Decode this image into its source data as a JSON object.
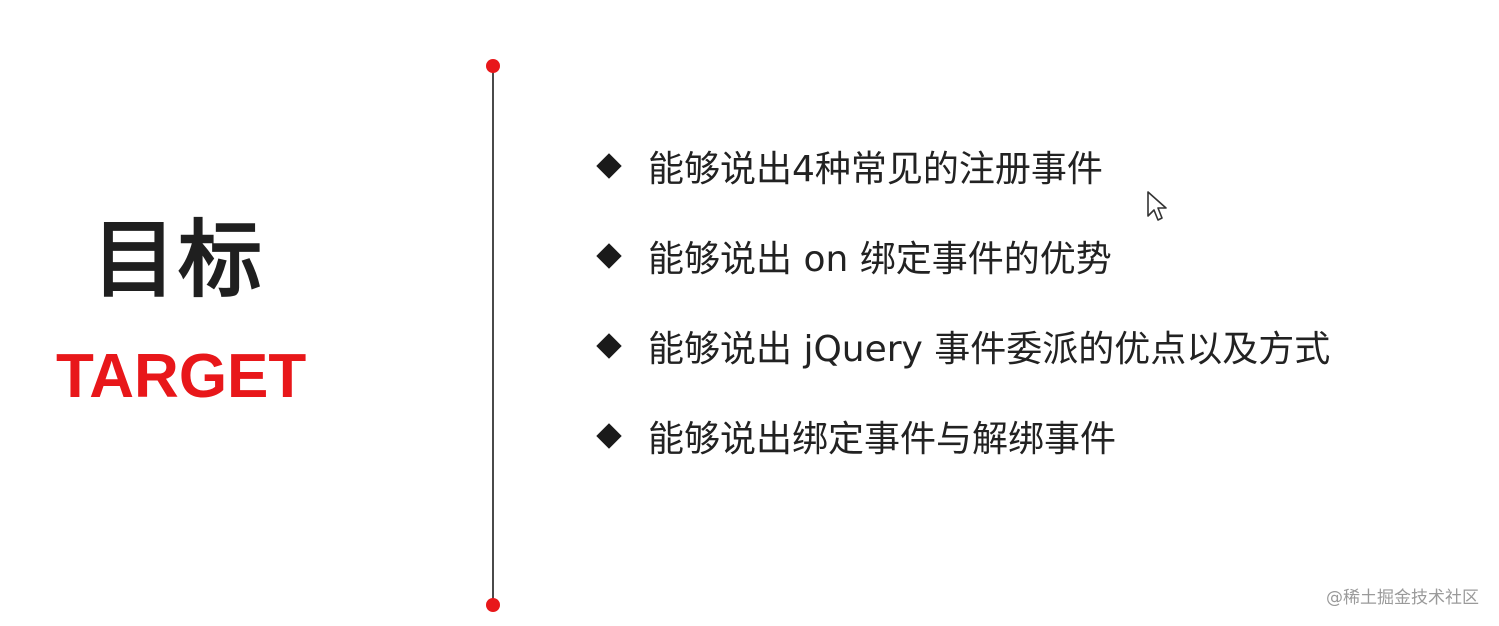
{
  "slide": {
    "title_cn": "目标",
    "title_en": "TARGET",
    "objectives": [
      "能够说出4种常见的注册事件",
      "能够说出 on 绑定事件的优势",
      "能够说出 jQuery 事件委派的优点以及方式",
      "能够说出绑定事件与解绑事件"
    ]
  },
  "watermark": "@稀土掘金技术社区",
  "colors": {
    "accent": "#e8171a",
    "text": "#222222",
    "divider": "#4a4a4a"
  },
  "icons": {
    "bullet": "diamond-bullet-icon",
    "cursor": "mouse-pointer-icon"
  }
}
